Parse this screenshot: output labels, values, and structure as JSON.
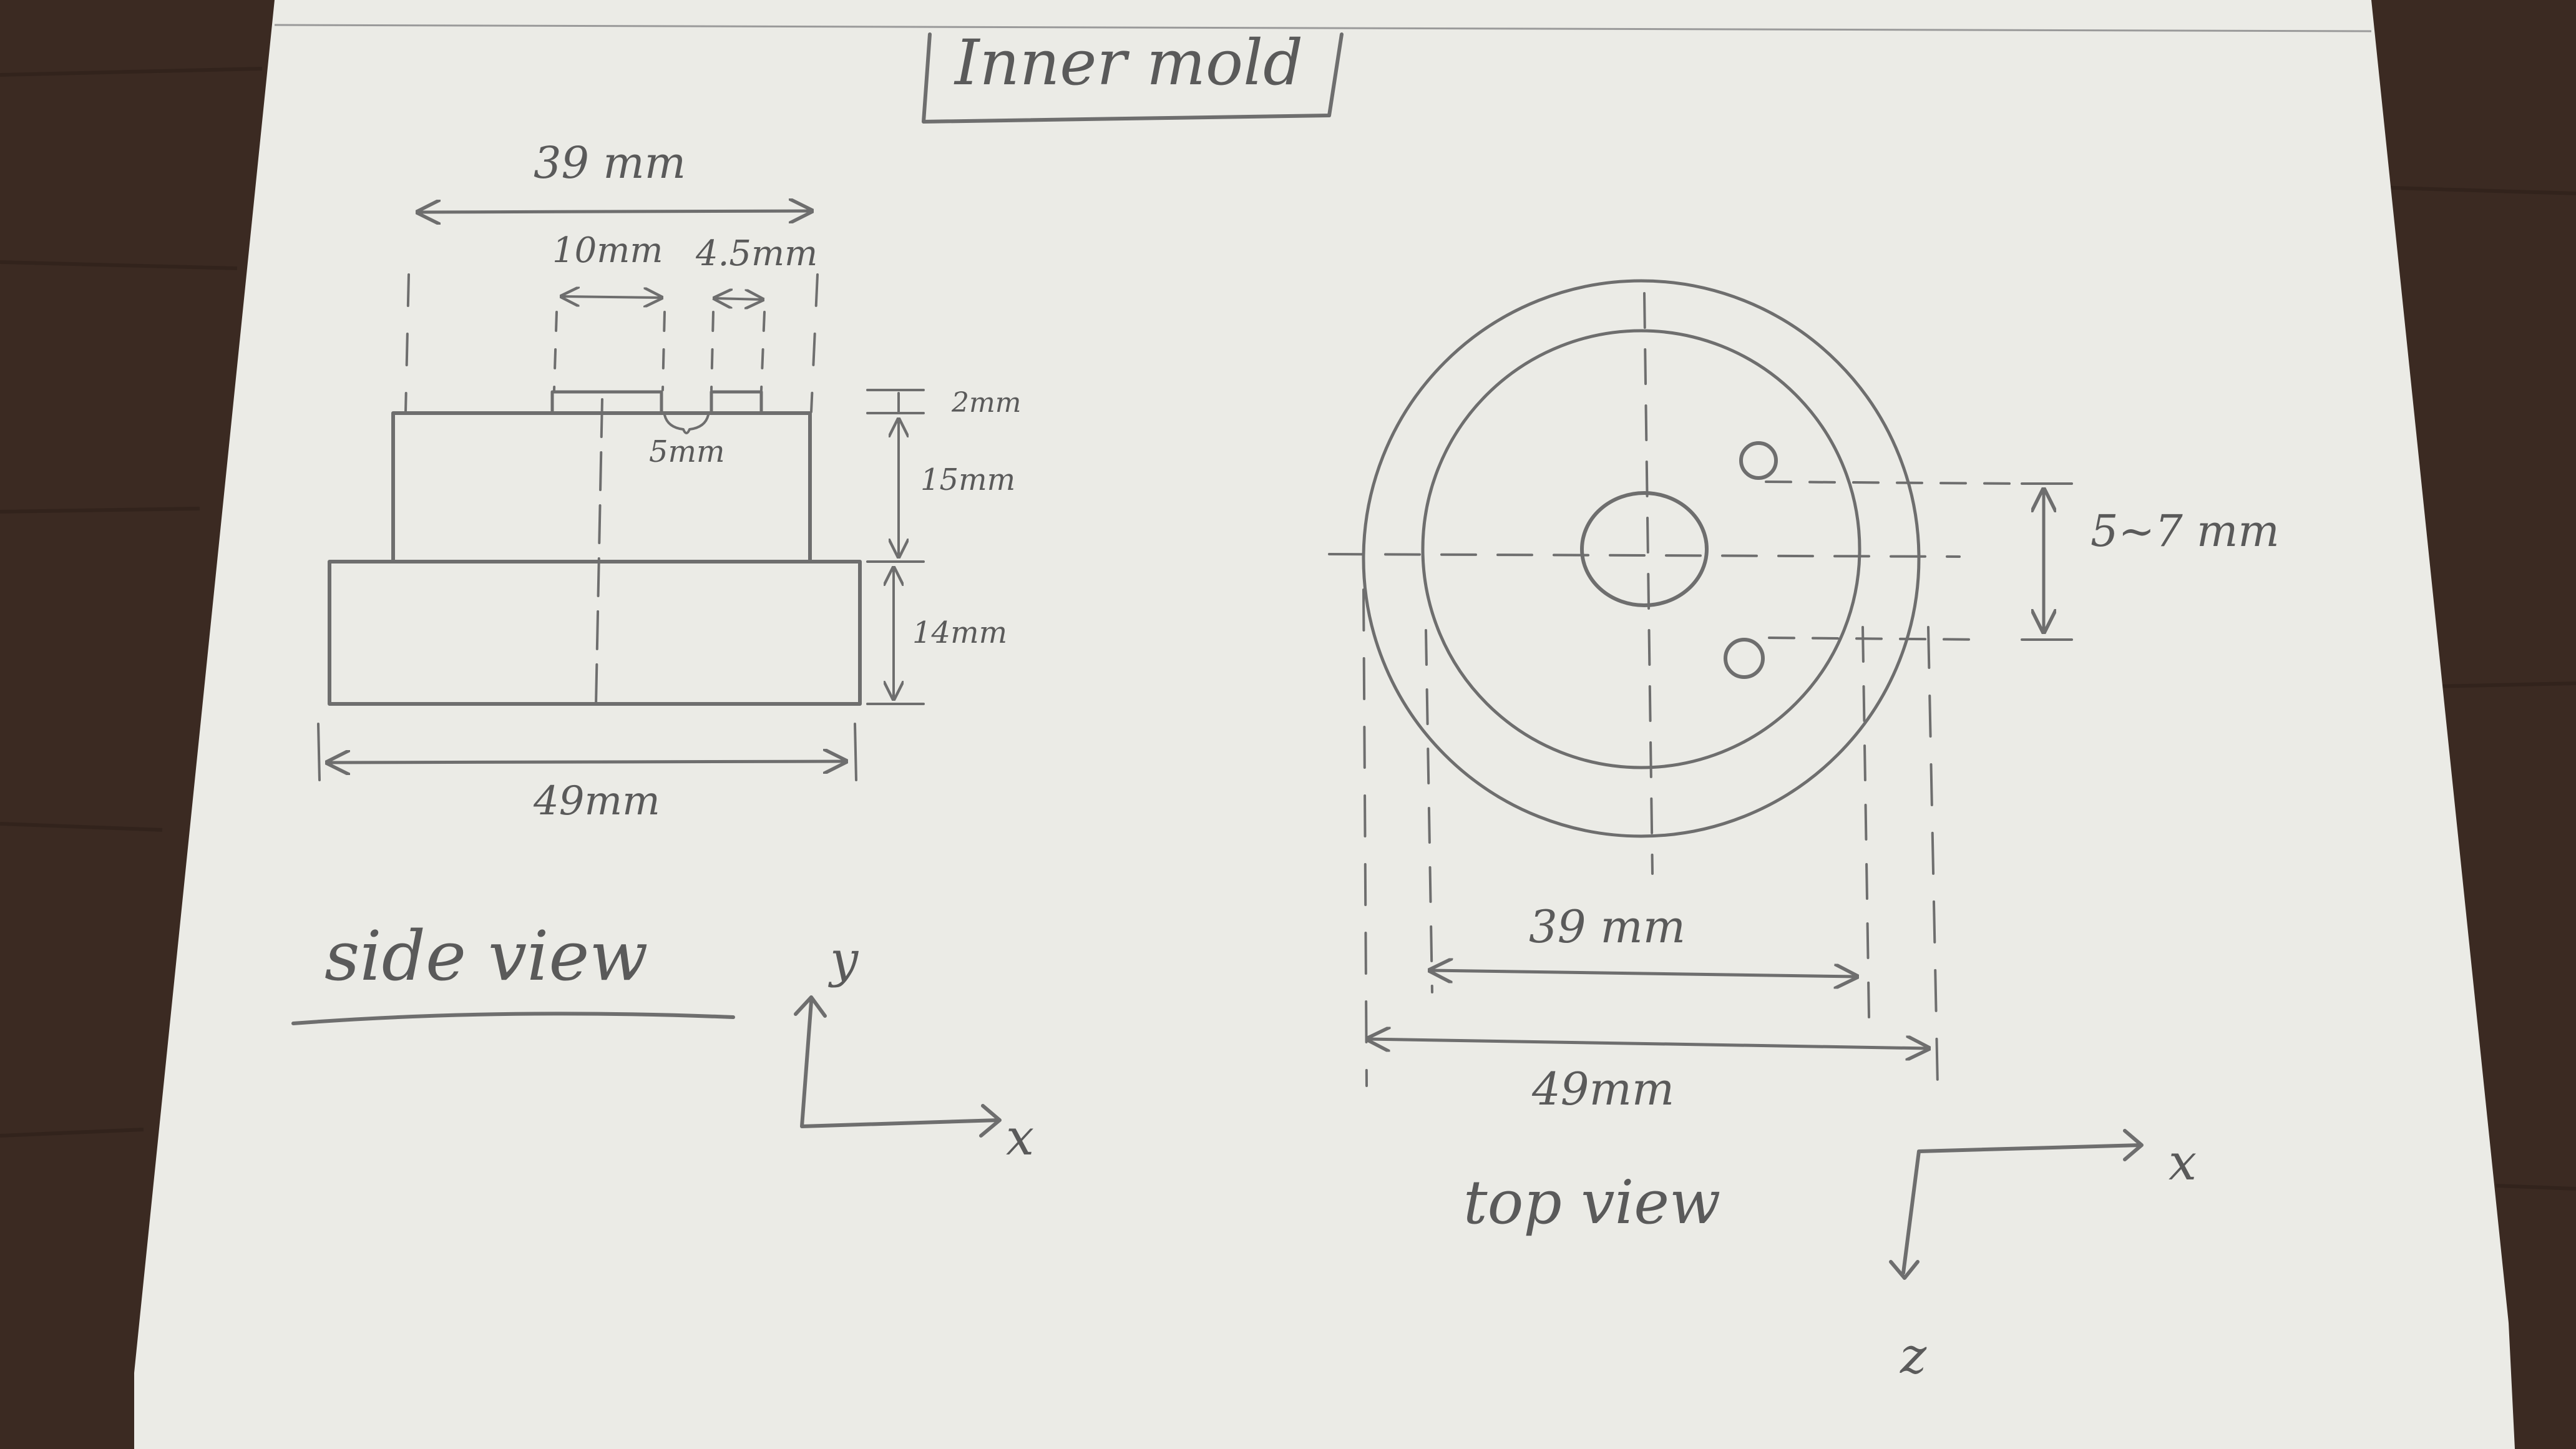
{
  "title": "Inner mold",
  "side_view": {
    "label": "side view",
    "dim_total_top": "39 mm",
    "dim_tab_width": "10mm",
    "dim_small_tab": "4.5mm",
    "dim_gap": "5mm",
    "dim_tab_height": "2mm",
    "dim_upper_height": "15mm",
    "dim_lower_height": "14mm",
    "dim_bottom_width": "49mm",
    "axis_y": "y",
    "axis_x": "x"
  },
  "top_view": {
    "label": "top view",
    "dim_offset": "5~7 mm",
    "dim_inner_diameter": "39 mm",
    "dim_outer_diameter": "49mm",
    "axis_x": "x",
    "axis_z": "z"
  },
  "colors": {
    "background": "#3b2a22",
    "paper": "#ebebe6",
    "pencil": "#6e6e6e"
  }
}
